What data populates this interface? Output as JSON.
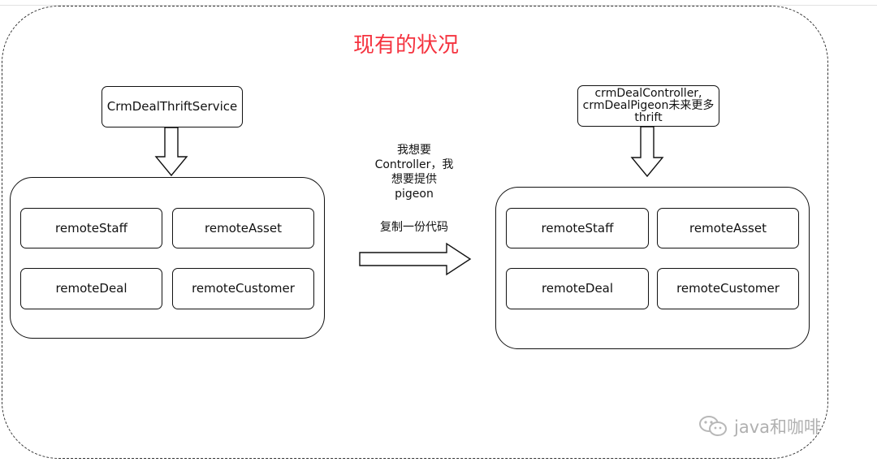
{
  "title": "现有的状况",
  "left": {
    "service": "CrmDealThriftService",
    "modules": [
      "remoteStaff",
      "remoteAsset",
      "remoteDeal",
      "remoteCustomer"
    ]
  },
  "middle": {
    "note_lines": [
      "我想要",
      "Controller，我",
      "想要提供",
      "pigeon"
    ],
    "copy_label": "复制一份代码"
  },
  "right": {
    "service_lines": [
      "crmDealController,",
      "crmDealPigeon未来更多",
      "thrift"
    ],
    "modules": [
      "remoteStaff",
      "remoteAsset",
      "remoteDeal",
      "remoteCustomer"
    ]
  },
  "watermark": "java和咖啡",
  "colors": {
    "title": "#f5333f",
    "line": "#111111",
    "watermark": "#b0b0b0"
  }
}
